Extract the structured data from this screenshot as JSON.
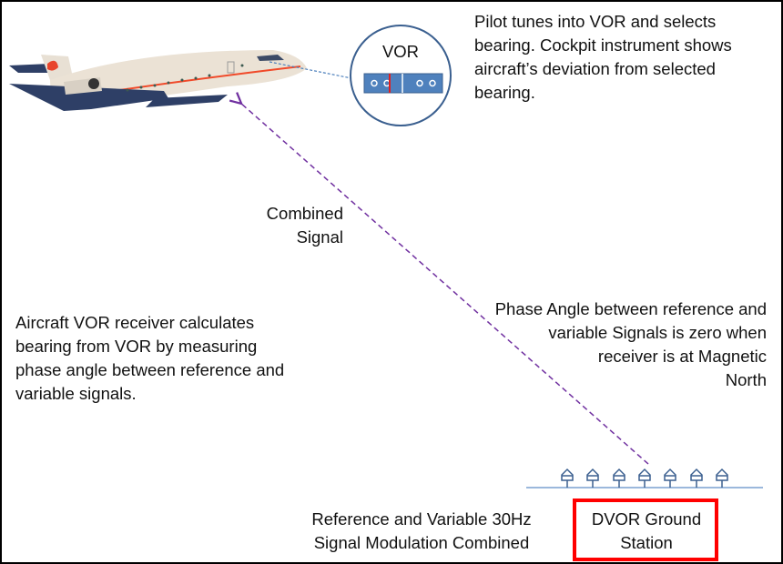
{
  "instrument": {
    "label": "VOR"
  },
  "texts": {
    "pilot_note": "Pilot tunes into VOR and selects bearing. Cockpit instrument shows aircraft’s deviation from selected bearing.",
    "combined_signal_line1": "Combined",
    "combined_signal_line2": "Signal",
    "receiver_note": "Aircraft VOR receiver calculates bearing from VOR by measuring phase angle between reference and variable signals.",
    "phase_note_line1": "Phase Angle between reference and",
    "phase_note_line2": "variable Signals is zero when",
    "phase_note_line3": "receiver is at Magnetic",
    "phase_note_line4": "North",
    "modulation_line1": "Reference and Variable 30Hz",
    "modulation_line2": "Signal Modulation Combined"
  },
  "station": {
    "line1": "DVOR Ground",
    "line2": "Station"
  },
  "colors": {
    "signal": "#7030a0",
    "highlight": "#ff0000",
    "instrument": "#4a7ebb"
  }
}
